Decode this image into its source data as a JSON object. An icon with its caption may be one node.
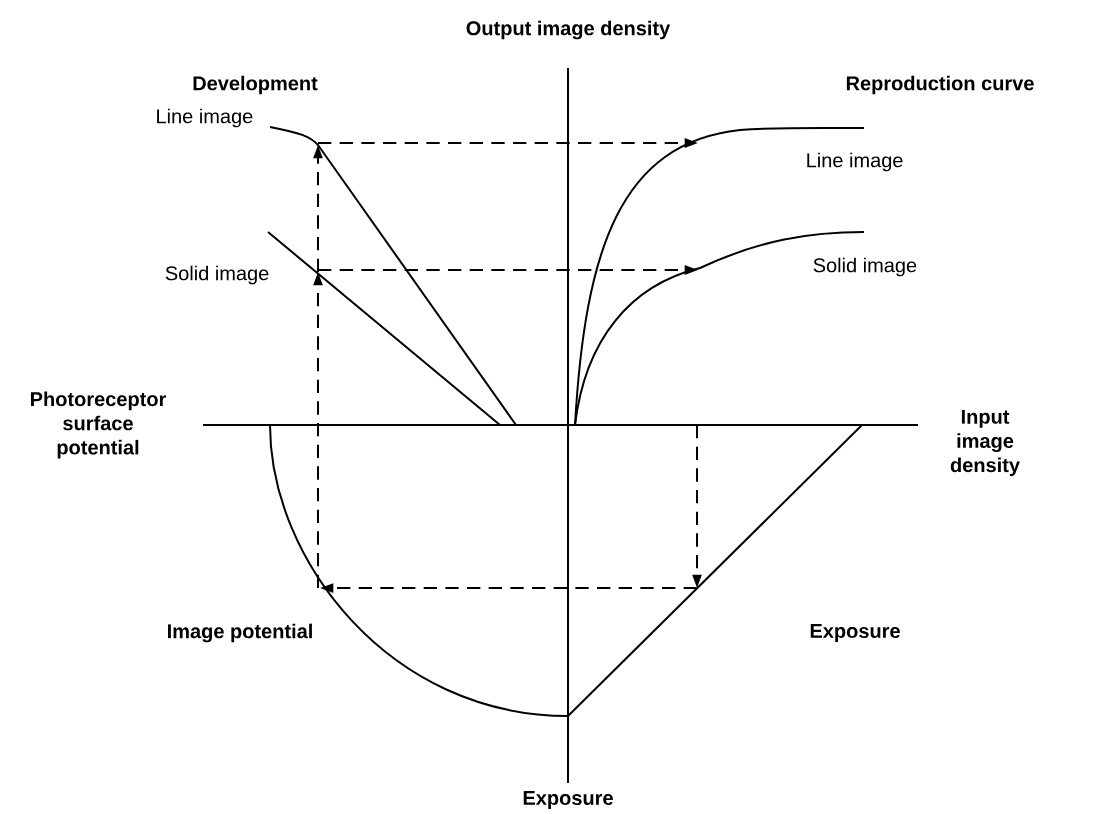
{
  "diagram": {
    "labels": [
      "Output image density",
      "Development",
      "Reproduction curve",
      "Line image",
      "Line image",
      "Solid image",
      "Solid image",
      "Photoreceptor surface potential",
      "Input image density",
      "Image potential",
      "Exposure",
      "Exposure"
    ]
  }
}
